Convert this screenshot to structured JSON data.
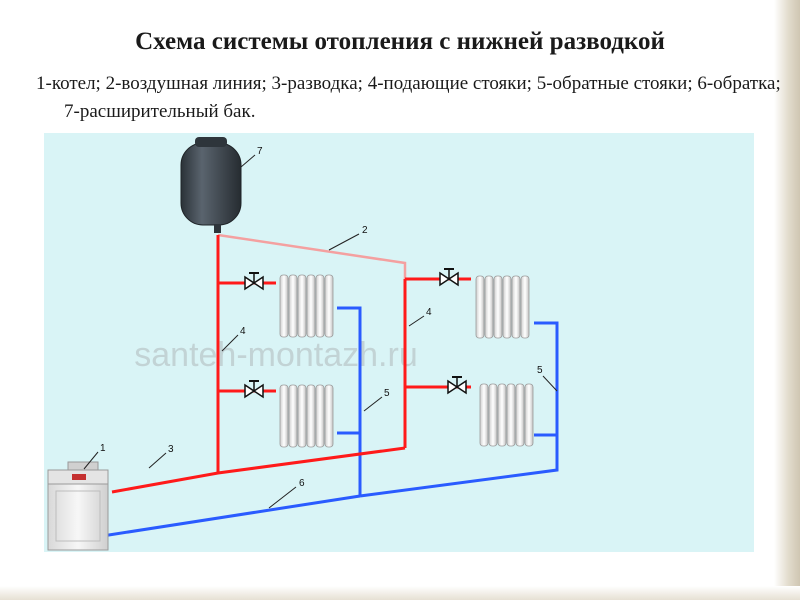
{
  "title": "Схема системы отопления с нижней разводкой",
  "caption": "1-котел; 2-воздушная линия; 3-разводка; 4-подающие стояки; 5-обратные стояки; 6-обратка; 7-расширительный бак.",
  "diagram": {
    "watermark": "santeh-montazh.ru",
    "labels": {
      "boiler": "1",
      "air_line": "2",
      "distribution": "3",
      "supply_riser_left": "4",
      "supply_riser_right": "4",
      "return_riser_left": "5",
      "return_riser_right": "5",
      "return_main": "6",
      "expansion_tank": "7"
    },
    "colors": {
      "background": "#d9f4f6",
      "supply": "#ff1a1a",
      "return": "#2a5bff",
      "air_line": "#f4a0a0",
      "tank": "#3c444c",
      "radiator": "#f2f2f2"
    }
  }
}
